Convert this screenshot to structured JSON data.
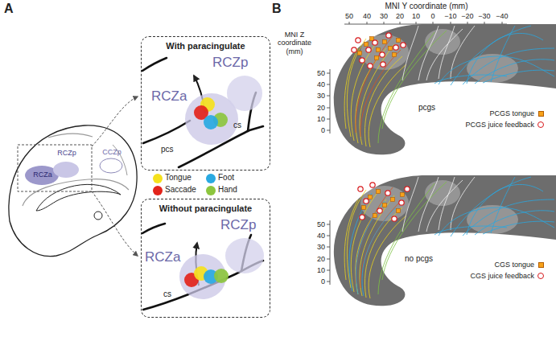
{
  "diagram": {
    "nodes": [
      {
        "text": [
          "RCZa"
        ]
      },
      {
        "text": [
          "RCZp"
        ]
      },
      {
        "text": [
          "CCZp"
        ]
      },
      {
        "text": [
          "With paracingulate"
        ]
      },
      {
        "text": [
          "RCZa"
        ],
        "in": 3
      },
      {
        "text": [
          "RCZp"
        ],
        "in": 3
      },
      {
        "text": [
          "Without paracingulate"
        ]
      },
      {
        "text": [
          "RCZa"
        ],
        "in": 6
      },
      {
        "text": [
          "RCZp"
        ],
        "in": 6
      }
    ],
    "labels": [
      "A",
      "pcs",
      "cs",
      "cs",
      "B",
      "MNI Y coordinate (mm)",
      "50",
      "40",
      "30",
      "20",
      "10",
      "0",
      "−10",
      "−20",
      "−30",
      "−40",
      "MNI Z coordinate (mm)",
      "50",
      "40",
      "30",
      "20",
      "10",
      "0",
      "pcgs",
      "50",
      "40",
      "30",
      "20",
      "10",
      "0",
      "no pcgs"
    ],
    "legend": [
      {
        "text": "Tongue",
        "color": "#f5e11d"
      },
      {
        "text": "Foot",
        "color": "#29a9e1"
      },
      {
        "text": "Saccade",
        "color": "#e3241b"
      },
      {
        "text": "Hand",
        "color": "#8dc63f"
      },
      {
        "text": "PCGS tongue"
      },
      {
        "text": "PCGS juice feedback"
      },
      {
        "text": "CGS tongue"
      },
      {
        "text": "CGS juice feedback"
      }
    ]
  }
}
